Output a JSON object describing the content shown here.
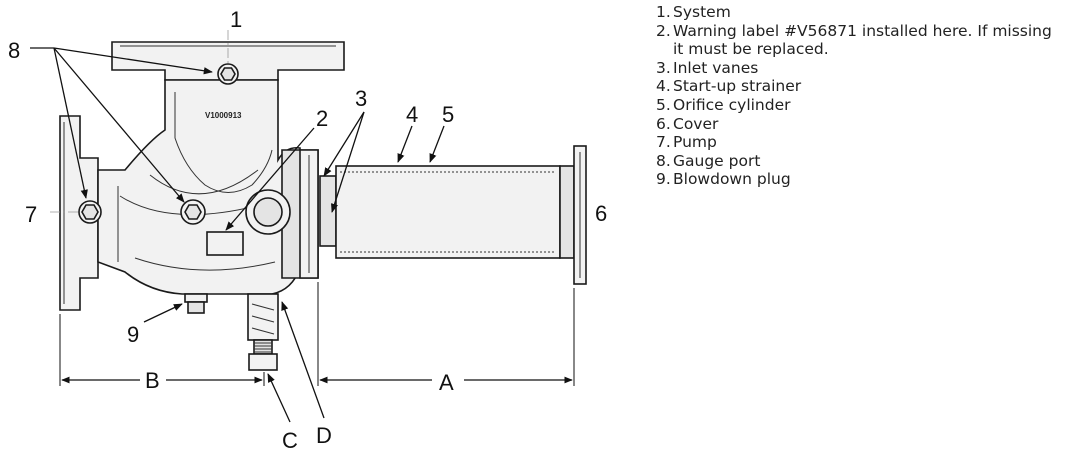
{
  "callouts": {
    "c1": "1",
    "c2": "2",
    "c3": "3",
    "c4": "4",
    "c5": "5",
    "c6": "6",
    "c7": "7",
    "c8": "8",
    "c9": "9"
  },
  "dimensions": {
    "a": "A",
    "b": "B",
    "c": "C",
    "d": "D"
  },
  "body_stamp": "V1000913",
  "legend": [
    {
      "num": "1.",
      "text": "System"
    },
    {
      "num": "2.",
      "text": "Warning label #V56871 installed here. If missing it must be replaced."
    },
    {
      "num": "3.",
      "text": "Inlet vanes"
    },
    {
      "num": "4.",
      "text": "Start-up strainer"
    },
    {
      "num": "5.",
      "text": "Orifice cylinder"
    },
    {
      "num": "6.",
      "text": "Cover"
    },
    {
      "num": "7.",
      "text": "Pump"
    },
    {
      "num": "8.",
      "text": "Gauge port"
    },
    {
      "num": "9.",
      "text": "Blowdown plug"
    }
  ]
}
